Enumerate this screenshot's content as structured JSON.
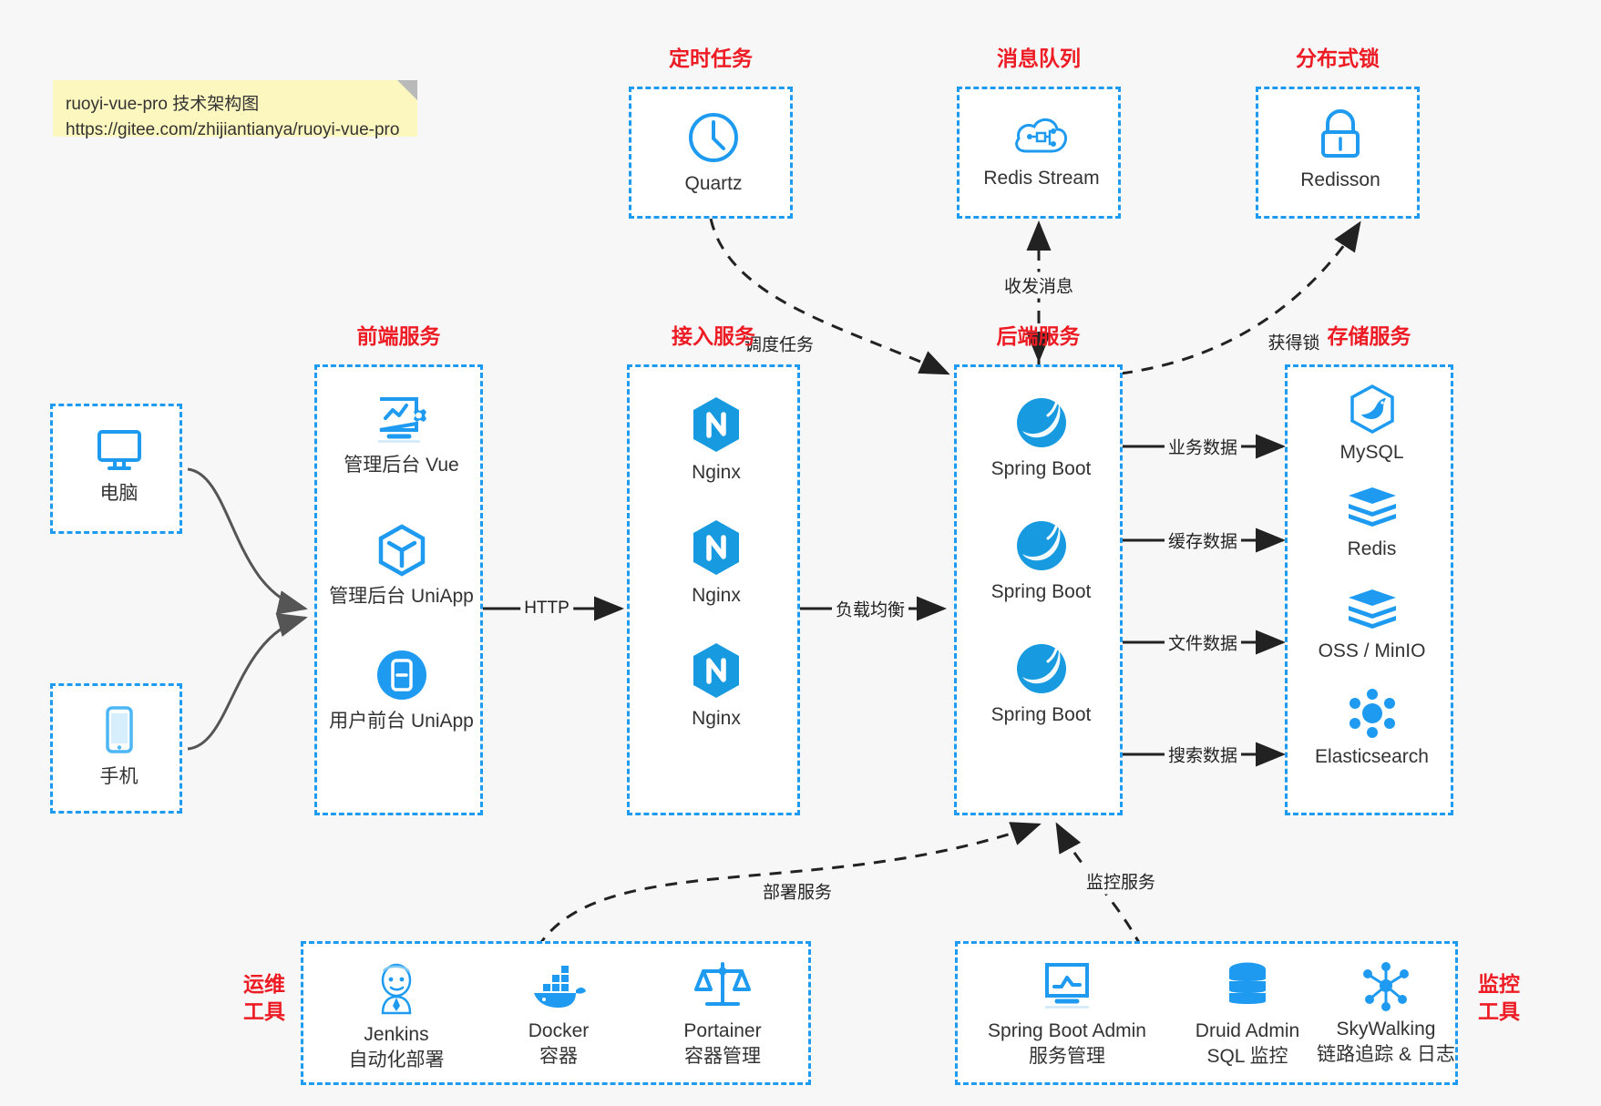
{
  "note": {
    "line1": "ruoyi-vue-pro 技术架构图",
    "line2": "https://gitee.com/zhijiantianya/ruoyi-vue-pro"
  },
  "colors": {
    "accent_blue": "#1e9bf0",
    "title_red": "#ed1c24",
    "note_yellow": "#fcf7bf",
    "background": "#f7f7f7",
    "arrow_gray": "#555555",
    "text": "#333333"
  },
  "groups": {
    "scheduler": {
      "title": "定时任务"
    },
    "mq": {
      "title": "消息队列"
    },
    "lock": {
      "title": "分布式锁"
    },
    "frontend": {
      "title": "前端服务"
    },
    "gateway": {
      "title": "接入服务"
    },
    "backend": {
      "title": "后端服务"
    },
    "storage": {
      "title": "存储服务"
    },
    "devops": {
      "title_line1": "运维",
      "title_line2": "工具"
    },
    "monitor": {
      "title_line1": "监控",
      "title_line2": "工具"
    }
  },
  "clients": [
    {
      "label": "电脑",
      "icon": "desktop-monitor-icon"
    },
    {
      "label": "手机",
      "icon": "smartphone-icon"
    }
  ],
  "scheduler_nodes": [
    {
      "label": "Quartz",
      "icon": "clock-icon"
    }
  ],
  "mq_nodes": [
    {
      "label": "Redis Stream",
      "icon": "cloud-network-icon"
    }
  ],
  "lock_nodes": [
    {
      "label": "Redisson",
      "icon": "padlock-icon"
    }
  ],
  "frontend_nodes": [
    {
      "label": "管理后台 Vue",
      "icon": "monitor-gear-icon"
    },
    {
      "label": "管理后台 UniApp",
      "icon": "hexagon-cube-icon"
    },
    {
      "label": "用户前台 UniApp",
      "icon": "mobile-circle-icon"
    }
  ],
  "gateway_nodes": [
    {
      "label": "Nginx",
      "icon": "nginx-hexagon-icon"
    },
    {
      "label": "Nginx",
      "icon": "nginx-hexagon-icon"
    },
    {
      "label": "Nginx",
      "icon": "nginx-hexagon-icon"
    }
  ],
  "backend_nodes": [
    {
      "label": "Spring Boot",
      "icon": "spring-leaf-icon"
    },
    {
      "label": "Spring Boot",
      "icon": "spring-leaf-icon"
    },
    {
      "label": "Spring Boot",
      "icon": "spring-leaf-icon"
    }
  ],
  "storage_nodes": [
    {
      "label": "MySQL",
      "icon": "mysql-dolphin-icon"
    },
    {
      "label": "Redis",
      "icon": "redis-stack-icon"
    },
    {
      "label": "OSS / MinIO",
      "icon": "object-storage-icon"
    },
    {
      "label": "Elasticsearch",
      "icon": "elasticsearch-icon"
    }
  ],
  "devops_nodes": [
    {
      "label": "Jenkins",
      "sub": "自动化部署",
      "icon": "jenkins-butler-icon"
    },
    {
      "label": "Docker",
      "sub": "容器",
      "icon": "docker-whale-icon"
    },
    {
      "label": "Portainer",
      "sub": "容器管理",
      "icon": "scales-balance-icon"
    }
  ],
  "monitor_nodes": [
    {
      "label": "Spring Boot Admin",
      "sub": "服务管理",
      "icon": "monitor-chart-icon"
    },
    {
      "label": "Druid Admin",
      "sub": "SQL 监控",
      "icon": "database-cylinder-icon"
    },
    {
      "label": "SkyWalking",
      "sub": "链路追踪 & 日志",
      "icon": "network-nodes-icon"
    }
  ],
  "edge_labels": {
    "http": "HTTP",
    "load_balance": "负载均衡",
    "schedule_task": "调度任务",
    "send_receive_message": "收发消息",
    "acquire_lock": "获得锁",
    "business_data": "业务数据",
    "cache_data": "缓存数据",
    "file_data": "文件数据",
    "search_data": "搜索数据",
    "deploy_service": "部署服务",
    "monitor_service": "监控服务"
  }
}
